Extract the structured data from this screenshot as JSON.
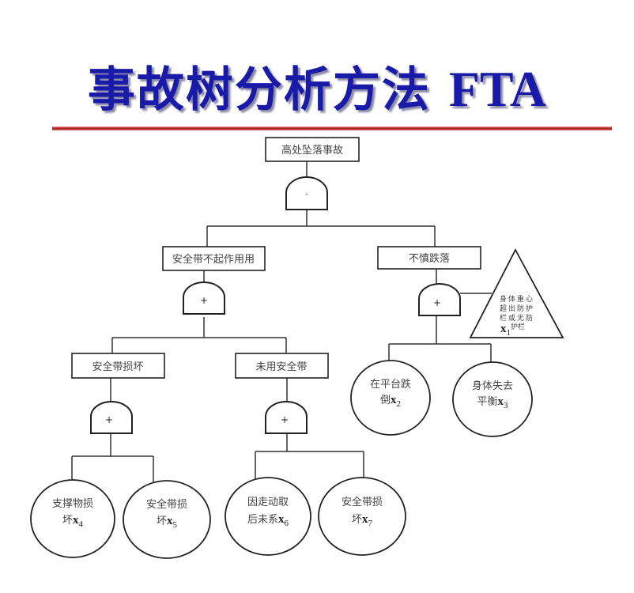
{
  "title": {
    "main": "事故树分析方法",
    "abbr": "FTA"
  },
  "colors": {
    "title": "#1a1aa8",
    "rule": "#b82424",
    "line": "#222222"
  },
  "tree": {
    "top_event": {
      "label": "高处坠落事故",
      "gate": "·"
    },
    "left": {
      "label": "安全带不起作用用",
      "gate": "+",
      "children": [
        {
          "label": "安全带损坏",
          "gate": "+",
          "events": [
            {
              "line1": "支撑物损",
              "line2": "坏",
              "var": "x",
              "sub": "4"
            },
            {
              "line1": "安全带损",
              "line2": "坏",
              "var": "x",
              "sub": "5"
            }
          ]
        },
        {
          "label": "未用安全带",
          "gate": "+",
          "events": [
            {
              "line1": "因走动取",
              "line2": "后未系",
              "var": "x",
              "sub": "6"
            },
            {
              "line1": "安全带损",
              "line2": "坏",
              "var": "x",
              "sub": "7"
            }
          ]
        }
      ]
    },
    "right": {
      "label": "不慎跌落",
      "gate": "+",
      "events": [
        {
          "line1": "在平台跌",
          "line2": "倒",
          "var": "x",
          "sub": "2"
        },
        {
          "line1": "身体失去",
          "line2": "平衡",
          "var": "x",
          "sub": "3"
        }
      ],
      "undeveloped": {
        "lines": [
          "身体重心",
          "超出防护",
          "栏或无防"
        ],
        "var": "x",
        "sub": "1",
        "suffix": "护栏"
      }
    }
  }
}
